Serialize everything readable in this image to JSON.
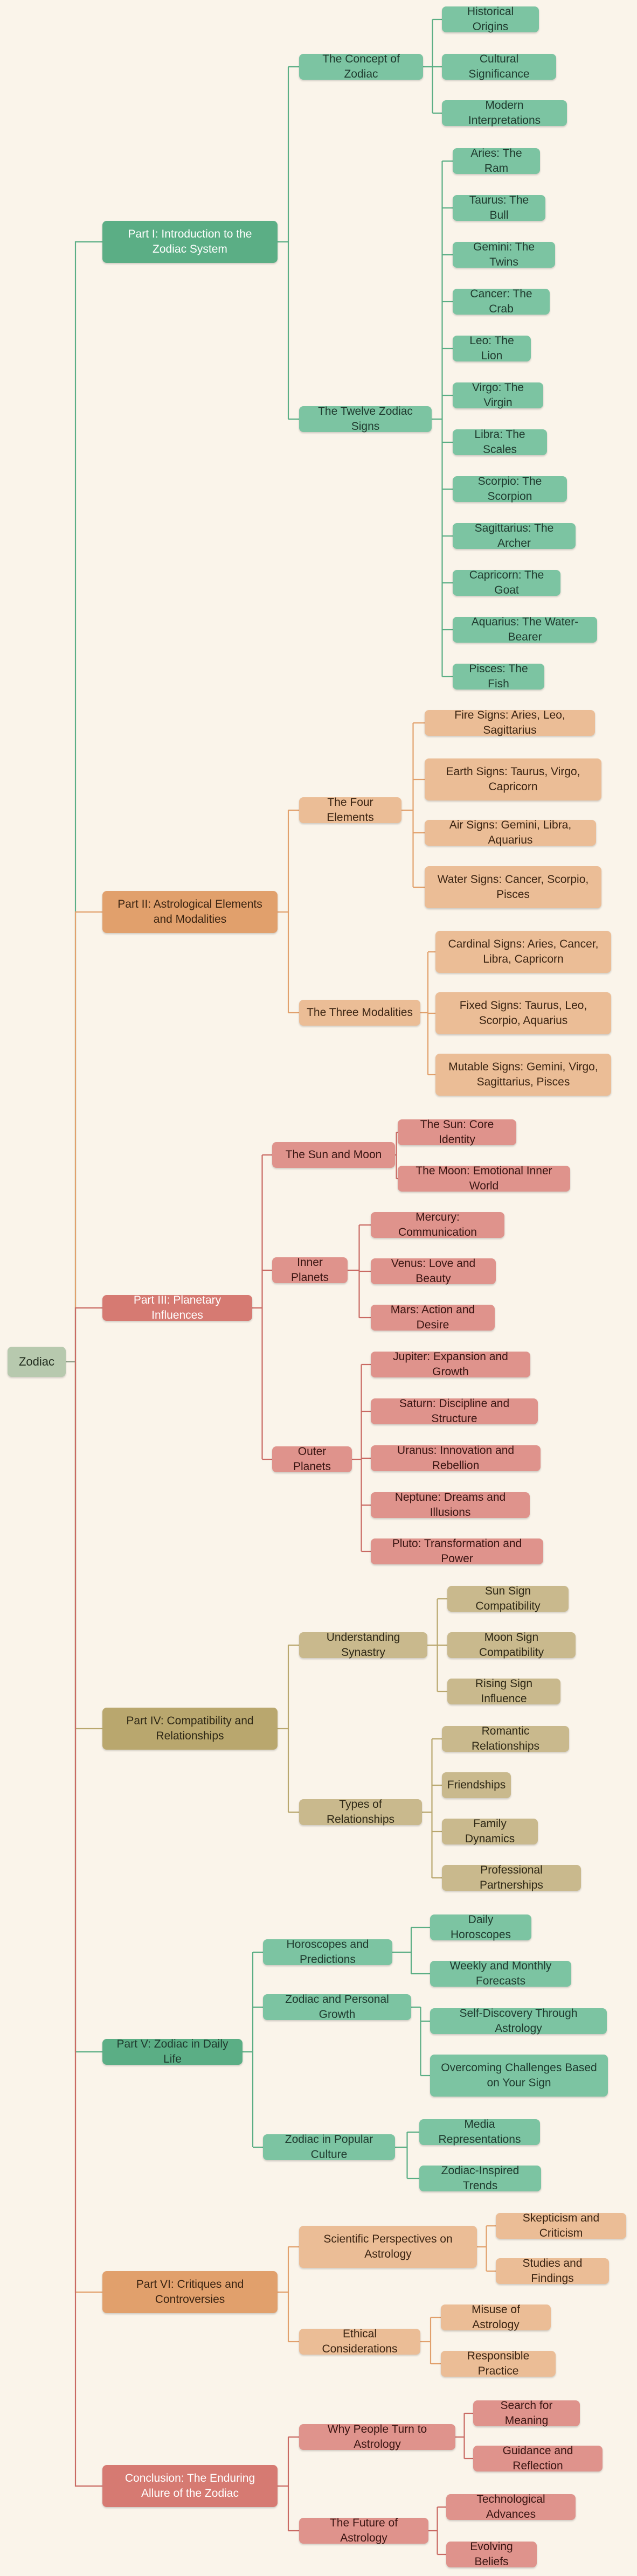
{
  "colors": {
    "background": "#FAF4EA",
    "root": "#B7C9AE",
    "green_dark": "#5BAE85",
    "green_light": "#7CC4A2",
    "orange_dark": "#E1A06C",
    "orange_light": "#EBBD96",
    "red_dark": "#D67A72",
    "red_light": "#DF938C",
    "olive_dark": "#B9A76E",
    "olive_light": "#C9B98D"
  },
  "root": {
    "label": "Zodiac",
    "children": [
      {
        "label": "Part I: Introduction to the Zodiac System",
        "children": [
          {
            "label": "The Concept of Zodiac",
            "children": [
              {
                "label": "Historical Origins"
              },
              {
                "label": "Cultural Significance"
              },
              {
                "label": "Modern Interpretations"
              }
            ]
          },
          {
            "label": "The Twelve Zodiac Signs",
            "children": [
              {
                "label": "Aries: The Ram"
              },
              {
                "label": "Taurus: The Bull"
              },
              {
                "label": "Gemini: The Twins"
              },
              {
                "label": "Cancer: The Crab"
              },
              {
                "label": "Leo: The Lion"
              },
              {
                "label": "Virgo: The Virgin"
              },
              {
                "label": "Libra: The Scales"
              },
              {
                "label": "Scorpio: The Scorpion"
              },
              {
                "label": "Sagittarius: The Archer"
              },
              {
                "label": "Capricorn: The Goat"
              },
              {
                "label": "Aquarius: The Water-Bearer"
              },
              {
                "label": "Pisces: The Fish"
              }
            ]
          }
        ]
      },
      {
        "label": "Part II: Astrological Elements and Modalities",
        "children": [
          {
            "label": "The Four Elements",
            "children": [
              {
                "label": "Fire Signs: Aries, Leo, Sagittarius"
              },
              {
                "label": "Earth Signs: Taurus, Virgo, Capricorn"
              },
              {
                "label": "Air Signs: Gemini, Libra, Aquarius"
              },
              {
                "label": "Water Signs: Cancer, Scorpio, Pisces"
              }
            ]
          },
          {
            "label": "The Three Modalities",
            "children": [
              {
                "label": "Cardinal Signs: Aries, Cancer, Libra, Capricorn"
              },
              {
                "label": "Fixed Signs: Taurus, Leo, Scorpio, Aquarius"
              },
              {
                "label": "Mutable Signs: Gemini, Virgo, Sagittarius, Pisces"
              }
            ]
          }
        ]
      },
      {
        "label": "Part III: Planetary Influences",
        "children": [
          {
            "label": "The Sun and Moon",
            "children": [
              {
                "label": "The Sun: Core Identity"
              },
              {
                "label": "The Moon: Emotional Inner World"
              }
            ]
          },
          {
            "label": "Inner Planets",
            "children": [
              {
                "label": "Mercury: Communication"
              },
              {
                "label": "Venus: Love and Beauty"
              },
              {
                "label": "Mars: Action and Desire"
              }
            ]
          },
          {
            "label": "Outer Planets",
            "children": [
              {
                "label": "Jupiter: Expansion and Growth"
              },
              {
                "label": "Saturn: Discipline and Structure"
              },
              {
                "label": "Uranus: Innovation and Rebellion"
              },
              {
                "label": "Neptune: Dreams and Illusions"
              },
              {
                "label": "Pluto: Transformation and Power"
              }
            ]
          }
        ]
      },
      {
        "label": "Part IV: Compatibility and Relationships",
        "children": [
          {
            "label": "Understanding Synastry",
            "children": [
              {
                "label": "Sun Sign Compatibility"
              },
              {
                "label": "Moon Sign Compatibility"
              },
              {
                "label": "Rising Sign Influence"
              }
            ]
          },
          {
            "label": "Types of Relationships",
            "children": [
              {
                "label": "Romantic Relationships"
              },
              {
                "label": "Friendships"
              },
              {
                "label": "Family Dynamics"
              },
              {
                "label": "Professional Partnerships"
              }
            ]
          }
        ]
      },
      {
        "label": "Part V: Zodiac in Daily Life",
        "children": [
          {
            "label": "Horoscopes and Predictions",
            "children": [
              {
                "label": "Daily Horoscopes"
              },
              {
                "label": "Weekly and Monthly Forecasts"
              }
            ]
          },
          {
            "label": "Zodiac and Personal Growth",
            "children": [
              {
                "label": "Self-Discovery Through Astrology"
              },
              {
                "label": "Overcoming Challenges Based on Your Sign"
              }
            ]
          },
          {
            "label": "Zodiac in Popular Culture",
            "children": [
              {
                "label": "Media Representations"
              },
              {
                "label": "Zodiac-Inspired Trends"
              }
            ]
          }
        ]
      },
      {
        "label": "Part VI: Critiques and Controversies",
        "children": [
          {
            "label": "Scientific Perspectives on Astrology",
            "children": [
              {
                "label": "Skepticism and Criticism"
              },
              {
                "label": "Studies and Findings"
              }
            ]
          },
          {
            "label": "Ethical Considerations",
            "children": [
              {
                "label": "Misuse of Astrology"
              },
              {
                "label": "Responsible Practice"
              }
            ]
          }
        ]
      },
      {
        "label": "Conclusion: The Enduring Allure of the Zodiac",
        "children": [
          {
            "label": "Why People Turn to Astrology",
            "children": [
              {
                "label": "Search for Meaning"
              },
              {
                "label": "Guidance and Reflection"
              }
            ]
          },
          {
            "label": "The Future of Astrology",
            "children": [
              {
                "label": "Technological Advances"
              },
              {
                "label": "Evolving Beliefs"
              }
            ]
          }
        ]
      }
    ]
  }
}
